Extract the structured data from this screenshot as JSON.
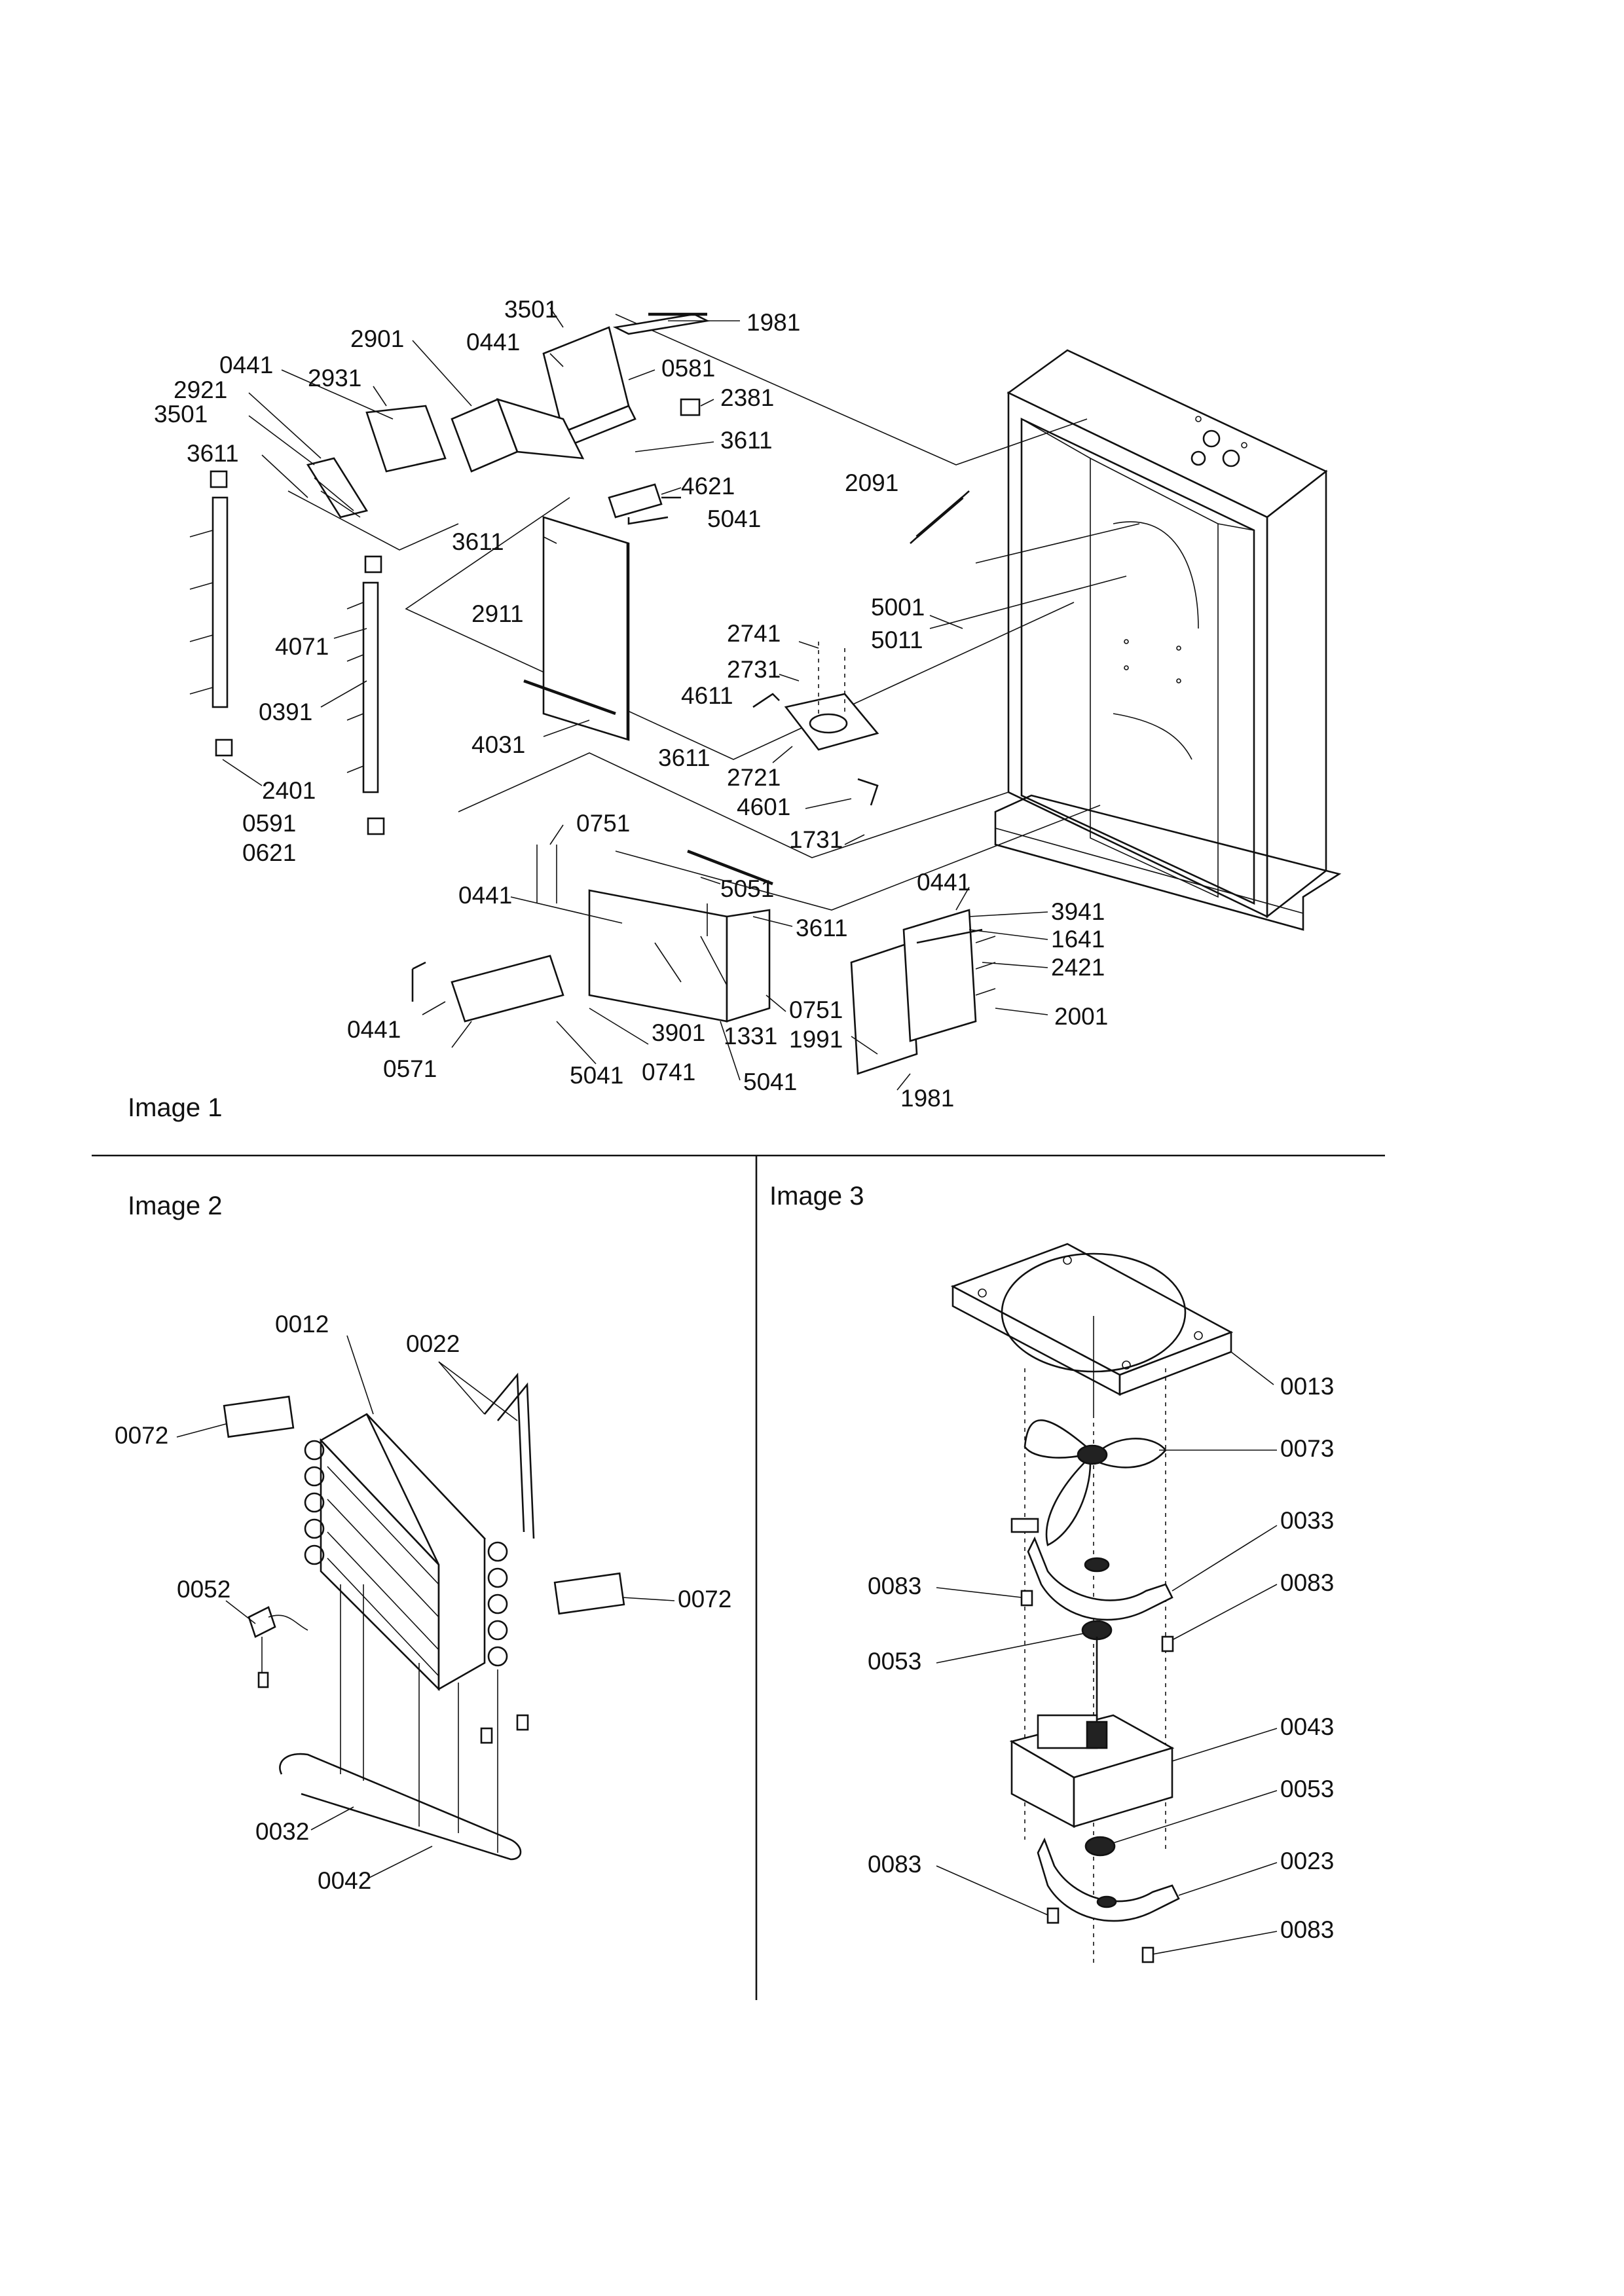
{
  "panels": {
    "image1": {
      "caption": "Image 1",
      "callouts": [
        "3501",
        "1981",
        "0441",
        "0581",
        "2901",
        "0441",
        "2931",
        "2921",
        "3501",
        "2381",
        "3611",
        "3611",
        "4621",
        "5041",
        "2091",
        "3611",
        "2911",
        "4071",
        "0391",
        "5001",
        "5011",
        "2741",
        "2731",
        "4611",
        "3611",
        "2721",
        "4031",
        "2401",
        "0591",
        "0621",
        "4601",
        "1731",
        "0751",
        "5051",
        "0441",
        "3611",
        "0441",
        "3941",
        "1641",
        "2421",
        "0441",
        "0571",
        "3901",
        "1331",
        "0751",
        "1991",
        "2001",
        "5041",
        "0741",
        "5041",
        "1981"
      ]
    },
    "image2": {
      "caption": "Image 2",
      "callouts": [
        "0012",
        "0022",
        "0072",
        "0072",
        "0052",
        "0032",
        "0042"
      ]
    },
    "image3": {
      "caption": "Image 3",
      "callouts": [
        "0013",
        "0073",
        "0033",
        "0083",
        "0083",
        "0053",
        "0043",
        "0053",
        "0083",
        "0023",
        "0083"
      ]
    }
  },
  "icons": [
    "refrigerator-cabinet-illustration",
    "evaporator-coil-illustration",
    "fan-motor-assembly-illustration"
  ]
}
